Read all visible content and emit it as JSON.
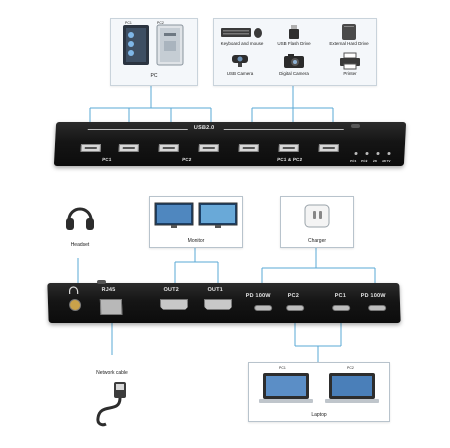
{
  "top": {
    "pc": {
      "label": "PC",
      "items": [
        "PC1",
        "PC2"
      ]
    },
    "peripherals": [
      {
        "label": "Keyboard and mouse",
        "icon": "keyboard-mouse-icon"
      },
      {
        "label": "USB Flash Drive",
        "icon": "usb-flash-drive-icon"
      },
      {
        "label": "External Hard Drive",
        "icon": "external-hard-drive-icon"
      },
      {
        "label": "USB Camera",
        "icon": "usb-camera-icon"
      },
      {
        "label": "Digital Camera",
        "icon": "digital-camera-icon"
      },
      {
        "label": "Printer",
        "icon": "printer-icon"
      }
    ],
    "device": {
      "usb_header": "USB2.0",
      "groups": [
        "PC1",
        "PC2",
        "PC1 & PC2"
      ],
      "leds": [
        "PC1",
        "PC2",
        "2K",
        "4KTV"
      ]
    }
  },
  "middle": {
    "headset": "Headset",
    "monitor": "Monitor",
    "charger": "Charger"
  },
  "bottom": {
    "ports": {
      "rj45": "RJ45",
      "out2": "OUT2",
      "out1": "OUT1",
      "pd1": "PD 100W",
      "pc2": "PC2",
      "pc1": "PC1",
      "pd2": "PD 100W"
    },
    "network_cable": "Network cable",
    "laptop": {
      "label": "Laptop",
      "pc1": "PC1",
      "pc2": "PC2"
    }
  },
  "colors": {
    "line": "#5aa9d6",
    "device": "#161616",
    "card_bg": "#f4f7fa"
  }
}
